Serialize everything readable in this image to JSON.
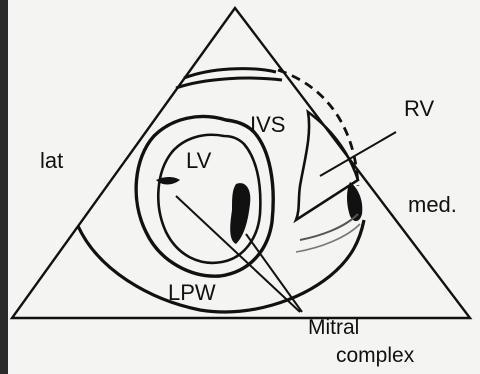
{
  "labels": {
    "lat": "lat",
    "med": "med.",
    "lv": "LV",
    "ivs": "IVS",
    "rv": "RV",
    "lpw": "LPW",
    "mitral_line1": "Mitral",
    "mitral_line2": "complex"
  },
  "colors": {
    "background": "#f4f4f2",
    "ink": "#111111",
    "frame_bar": "#2a2a2a"
  }
}
